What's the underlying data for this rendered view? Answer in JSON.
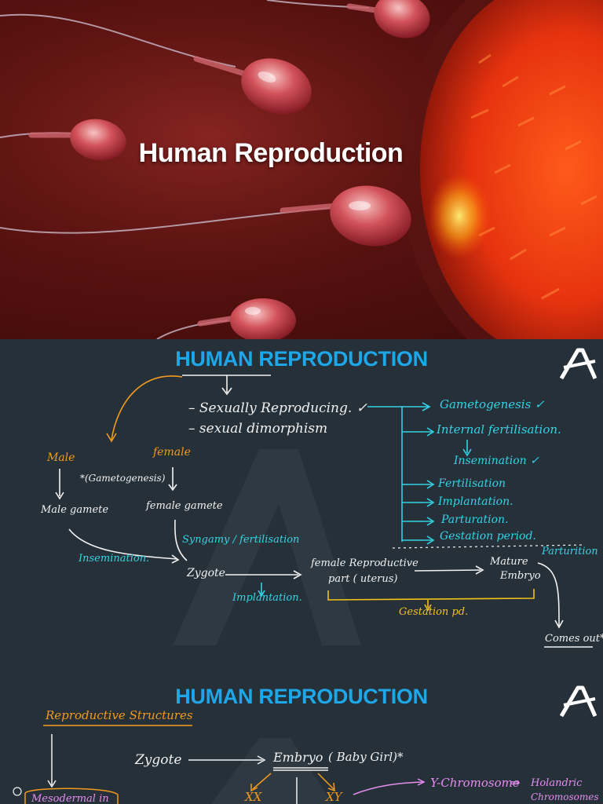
{
  "cover": {
    "title": "Human Reproduction"
  },
  "slide1": {
    "title": "HUMAN REPRODUCTION",
    "notes": {
      "sexually_reproducing": "– Sexually Reproducing. ✓",
      "sexual_dimorphism": "– sexual dimorphism",
      "male": "Male",
      "female": "female",
      "gametogenesis_star": "*(Gametogenesis)",
      "male_gamete": "Male gamete",
      "female_gamete": "female gamete",
      "syngamy": "Syngamy / fertilisation",
      "insemination_left": "Insemination.",
      "zygote": "Zygote",
      "implantation_left": "Implantation.",
      "female_repro_part_1": "female Reproductive",
      "female_repro_part_2": "part ( uterus)",
      "mature_embryo_1": "Mature",
      "mature_embryo_2": "Embryo",
      "parturition_right": "Parturition",
      "gestation_pd": "Gestation pd.",
      "comes_out": "Comes out*",
      "steps": [
        "Gametogenesis ✓",
        "Internal fertilisation.",
        "Insemination ✓",
        "Fertilisation",
        "Implantation.",
        "Parturation.",
        "Gestation period."
      ]
    }
  },
  "slide2": {
    "title": "HUMAN REPRODUCTION",
    "notes": {
      "reproductive_structures": "Reproductive Structures",
      "zygote": "Zygote",
      "embryo": "Embryo",
      "baby_girl": "( Baby Girl)*",
      "y_chromosome": "Y-Chromosome",
      "holandric_1": "Holandric",
      "holandric_2": "Chromosomes",
      "xx": "XX",
      "xy": "XY",
      "mesodermal": "Mesodermal in"
    }
  },
  "colors": {
    "title_blue": "#1ea7e8",
    "board": "#263038",
    "cyan_ink": "#33d3e6",
    "orange_ink": "#f39a1e",
    "yellow_ink": "#f2c21b",
    "pink_ink": "#e58df0"
  }
}
